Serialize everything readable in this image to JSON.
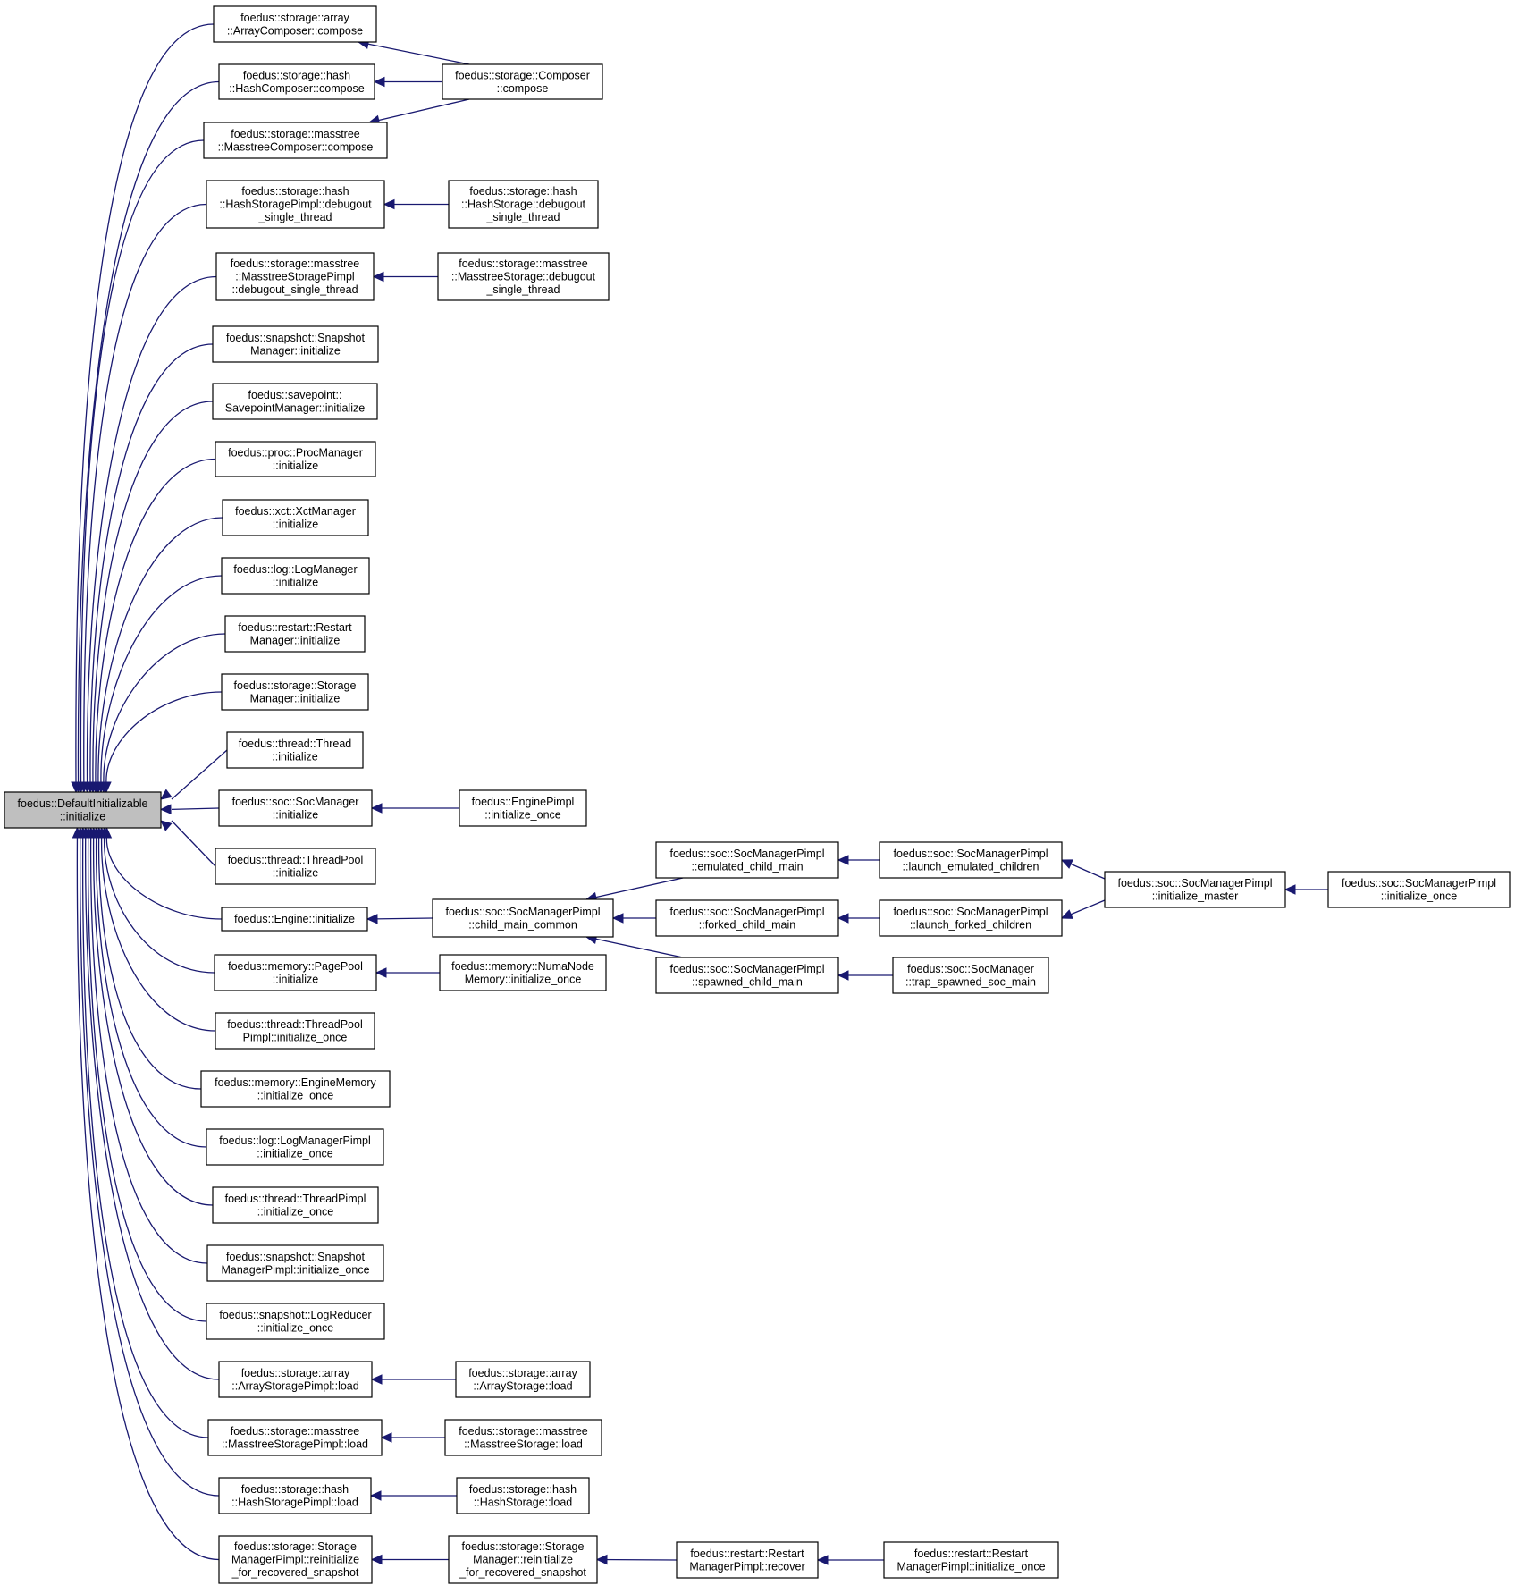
{
  "graph": {
    "nodes": [
      {
        "id": "root",
        "lines": [
          "foedus::DefaultInitializable",
          "::initialize"
        ]
      },
      {
        "id": "a1",
        "lines": [
          "foedus::storage::array",
          "::ArrayComposer::compose"
        ]
      },
      {
        "id": "a2",
        "lines": [
          "foedus::storage::hash",
          "::HashComposer::compose"
        ]
      },
      {
        "id": "a3",
        "lines": [
          "foedus::storage::masstree",
          "::MasstreeComposer::compose"
        ]
      },
      {
        "id": "a4",
        "lines": [
          "foedus::storage::hash",
          "::HashStoragePimpl::debugout",
          "_single_thread"
        ]
      },
      {
        "id": "a5",
        "lines": [
          "foedus::storage::masstree",
          "::MasstreeStoragePimpl",
          "::debugout_single_thread"
        ]
      },
      {
        "id": "a6",
        "lines": [
          "foedus::snapshot::Snapshot",
          "Manager::initialize"
        ]
      },
      {
        "id": "a7",
        "lines": [
          "foedus::savepoint::",
          "SavepointManager::initialize"
        ]
      },
      {
        "id": "a8",
        "lines": [
          "foedus::proc::ProcManager",
          "::initialize"
        ]
      },
      {
        "id": "a9",
        "lines": [
          "foedus::xct::XctManager",
          "::initialize"
        ]
      },
      {
        "id": "a10",
        "lines": [
          "foedus::log::LogManager",
          "::initialize"
        ]
      },
      {
        "id": "a11",
        "lines": [
          "foedus::restart::Restart",
          "Manager::initialize"
        ]
      },
      {
        "id": "a12",
        "lines": [
          "foedus::storage::Storage",
          "Manager::initialize"
        ]
      },
      {
        "id": "a13",
        "lines": [
          "foedus::thread::Thread",
          "::initialize"
        ]
      },
      {
        "id": "a14",
        "lines": [
          "foedus::soc::SocManager",
          "::initialize"
        ]
      },
      {
        "id": "a15",
        "lines": [
          "foedus::thread::ThreadPool",
          "::initialize"
        ]
      },
      {
        "id": "a16",
        "lines": [
          "foedus::Engine::initialize"
        ]
      },
      {
        "id": "a17",
        "lines": [
          "foedus::memory::PagePool",
          "::initialize"
        ]
      },
      {
        "id": "a18",
        "lines": [
          "foedus::thread::ThreadPool",
          "Pimpl::initialize_once"
        ]
      },
      {
        "id": "a19",
        "lines": [
          "foedus::memory::EngineMemory",
          "::initialize_once"
        ]
      },
      {
        "id": "a20",
        "lines": [
          "foedus::log::LogManagerPimpl",
          "::initialize_once"
        ]
      },
      {
        "id": "a21",
        "lines": [
          "foedus::thread::ThreadPimpl",
          "::initialize_once"
        ]
      },
      {
        "id": "a22",
        "lines": [
          "foedus::snapshot::Snapshot",
          "ManagerPimpl::initialize_once"
        ]
      },
      {
        "id": "a23",
        "lines": [
          "foedus::snapshot::LogReducer",
          "::initialize_once"
        ]
      },
      {
        "id": "a24",
        "lines": [
          "foedus::storage::array",
          "::ArrayStoragePimpl::load"
        ]
      },
      {
        "id": "a25",
        "lines": [
          "foedus::storage::masstree",
          "::MasstreeStoragePimpl::load"
        ]
      },
      {
        "id": "a26",
        "lines": [
          "foedus::storage::hash",
          "::HashStoragePimpl::load"
        ]
      },
      {
        "id": "a27",
        "lines": [
          "foedus::storage::Storage",
          "ManagerPimpl::reinitialize",
          "_for_recovered_snapshot"
        ]
      },
      {
        "id": "b1",
        "lines": [
          "foedus::storage::Composer",
          "::compose"
        ]
      },
      {
        "id": "b2",
        "lines": [
          "foedus::storage::hash",
          "::HashStorage::debugout",
          "_single_thread"
        ]
      },
      {
        "id": "b3",
        "lines": [
          "foedus::storage::masstree",
          "::MasstreeStorage::debugout",
          "_single_thread"
        ]
      },
      {
        "id": "b4",
        "lines": [
          "foedus::EnginePimpl",
          "::initialize_once"
        ]
      },
      {
        "id": "b5",
        "lines": [
          "foedus::soc::SocManagerPimpl",
          "::child_main_common"
        ]
      },
      {
        "id": "b6",
        "lines": [
          "foedus::memory::NumaNode",
          "Memory::initialize_once"
        ]
      },
      {
        "id": "b7",
        "lines": [
          "foedus::storage::array",
          "::ArrayStorage::load"
        ]
      },
      {
        "id": "b8",
        "lines": [
          "foedus::storage::masstree",
          "::MasstreeStorage::load"
        ]
      },
      {
        "id": "b9",
        "lines": [
          "foedus::storage::hash",
          "::HashStorage::load"
        ]
      },
      {
        "id": "b10",
        "lines": [
          "foedus::storage::Storage",
          "Manager::reinitialize",
          "_for_recovered_snapshot"
        ]
      },
      {
        "id": "c1",
        "lines": [
          "foedus::soc::SocManagerPimpl",
          "::emulated_child_main"
        ]
      },
      {
        "id": "c2",
        "lines": [
          "foedus::soc::SocManagerPimpl",
          "::forked_child_main"
        ]
      },
      {
        "id": "c3",
        "lines": [
          "foedus::soc::SocManagerPimpl",
          "::spawned_child_main"
        ]
      },
      {
        "id": "c4",
        "lines": [
          "foedus::restart::Restart",
          "ManagerPimpl::recover"
        ]
      },
      {
        "id": "d1",
        "lines": [
          "foedus::soc::SocManagerPimpl",
          "::launch_emulated_children"
        ]
      },
      {
        "id": "d2",
        "lines": [
          "foedus::soc::SocManagerPimpl",
          "::launch_forked_children"
        ]
      },
      {
        "id": "d3",
        "lines": [
          "foedus::soc::SocManager",
          "::trap_spawned_soc_main"
        ]
      },
      {
        "id": "d4",
        "lines": [
          "foedus::restart::Restart",
          "ManagerPimpl::initialize_once"
        ]
      },
      {
        "id": "e1",
        "lines": [
          "foedus::soc::SocManagerPimpl",
          "::initialize_master"
        ]
      },
      {
        "id": "f1",
        "lines": [
          "foedus::soc::SocManagerPimpl",
          "::initialize_once"
        ]
      }
    ],
    "edges": [
      {
        "from": "a1",
        "to": "root"
      },
      {
        "from": "a2",
        "to": "root"
      },
      {
        "from": "a3",
        "to": "root"
      },
      {
        "from": "a4",
        "to": "root"
      },
      {
        "from": "a5",
        "to": "root"
      },
      {
        "from": "a6",
        "to": "root"
      },
      {
        "from": "a7",
        "to": "root"
      },
      {
        "from": "a8",
        "to": "root"
      },
      {
        "from": "a9",
        "to": "root"
      },
      {
        "from": "a10",
        "to": "root"
      },
      {
        "from": "a11",
        "to": "root"
      },
      {
        "from": "a12",
        "to": "root"
      },
      {
        "from": "a13",
        "to": "root"
      },
      {
        "from": "a14",
        "to": "root"
      },
      {
        "from": "a15",
        "to": "root"
      },
      {
        "from": "a16",
        "to": "root"
      },
      {
        "from": "a17",
        "to": "root"
      },
      {
        "from": "a18",
        "to": "root"
      },
      {
        "from": "a19",
        "to": "root"
      },
      {
        "from": "a20",
        "to": "root"
      },
      {
        "from": "a21",
        "to": "root"
      },
      {
        "from": "a22",
        "to": "root"
      },
      {
        "from": "a23",
        "to": "root"
      },
      {
        "from": "a24",
        "to": "root"
      },
      {
        "from": "a25",
        "to": "root"
      },
      {
        "from": "a26",
        "to": "root"
      },
      {
        "from": "a27",
        "to": "root"
      },
      {
        "from": "b1",
        "to": "a1"
      },
      {
        "from": "b1",
        "to": "a2"
      },
      {
        "from": "b1",
        "to": "a3"
      },
      {
        "from": "b2",
        "to": "a4"
      },
      {
        "from": "b3",
        "to": "a5"
      },
      {
        "from": "b4",
        "to": "a14"
      },
      {
        "from": "b5",
        "to": "a16"
      },
      {
        "from": "b6",
        "to": "a17"
      },
      {
        "from": "b7",
        "to": "a24"
      },
      {
        "from": "b8",
        "to": "a25"
      },
      {
        "from": "b9",
        "to": "a26"
      },
      {
        "from": "b10",
        "to": "a27"
      },
      {
        "from": "c1",
        "to": "b5"
      },
      {
        "from": "c2",
        "to": "b5"
      },
      {
        "from": "c3",
        "to": "b5"
      },
      {
        "from": "c4",
        "to": "b10"
      },
      {
        "from": "d1",
        "to": "c1"
      },
      {
        "from": "d2",
        "to": "c2"
      },
      {
        "from": "d3",
        "to": "c3"
      },
      {
        "from": "d4",
        "to": "c4"
      },
      {
        "from": "e1",
        "to": "d1"
      },
      {
        "from": "e1",
        "to": "d2"
      },
      {
        "from": "f1",
        "to": "e1"
      }
    ]
  }
}
